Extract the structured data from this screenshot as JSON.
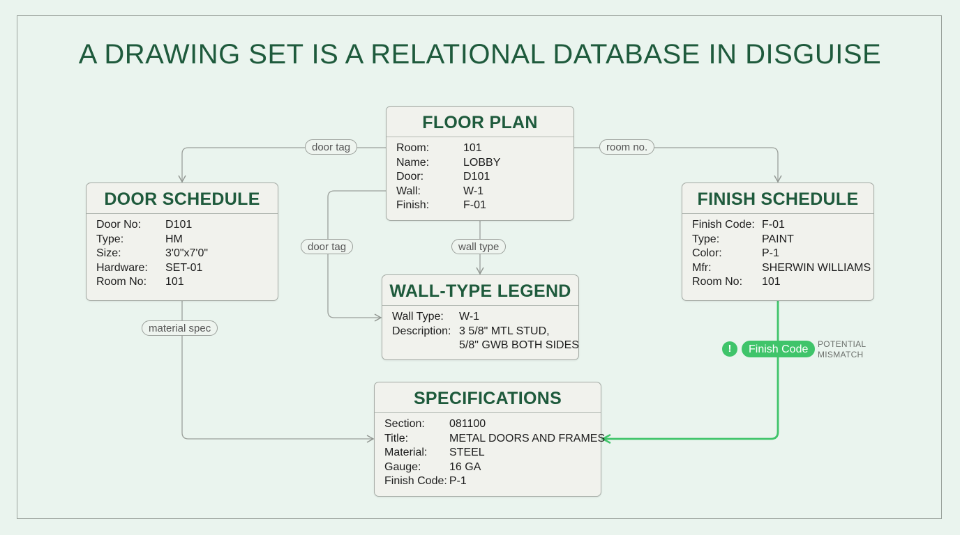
{
  "title": "A DRAWING SET IS A RELATIONAL DATABASE IN DISGUISE",
  "colors": {
    "background": "#eaf4ee",
    "title": "#1e5a3c",
    "box_fill": "#f1f2ed",
    "connector": "#9a9f9a",
    "alert": "#3fc46a"
  },
  "boxes": {
    "floor_plan": {
      "title": "FLOOR PLAN",
      "rows": [
        {
          "k": "Room:",
          "v": "101"
        },
        {
          "k": "Name:",
          "v": "LOBBY"
        },
        {
          "k": "Door:",
          "v": "D101"
        },
        {
          "k": "Wall:",
          "v": "W-1"
        },
        {
          "k": "Finish:",
          "v": "F-01"
        }
      ]
    },
    "door_schedule": {
      "title": "DOOR SCHEDULE",
      "rows": [
        {
          "k": "Door No:",
          "v": "D101"
        },
        {
          "k": "Type:",
          "v": "HM"
        },
        {
          "k": "Size:",
          "v": "3'0\"x7'0\""
        },
        {
          "k": "Hardware:",
          "v": "SET-01"
        },
        {
          "k": "Room No:",
          "v": "101"
        }
      ]
    },
    "finish_schedule": {
      "title": "FINISH SCHEDULE",
      "rows": [
        {
          "k": "Finish Code:",
          "v": "F-01"
        },
        {
          "k": "Type:",
          "v": "PAINT"
        },
        {
          "k": "Color:",
          "v": "P-1"
        },
        {
          "k": "Mfr:",
          "v": "SHERWIN WILLIAMS"
        },
        {
          "k": "Room No:",
          "v": "101"
        }
      ]
    },
    "wall_type_legend": {
      "title": "WALL-TYPE LEGEND",
      "rows": [
        {
          "k": "Wall Type:",
          "v": "W-1"
        },
        {
          "k": "Description:",
          "v": "3 5/8\" MTL STUD,"
        },
        {
          "k": "",
          "v": "5/8\" GWB BOTH SIDES"
        }
      ]
    },
    "specifications": {
      "title": "SPECIFICATIONS",
      "rows": [
        {
          "k": "Section:",
          "v": "081100"
        },
        {
          "k": "Title:",
          "v": "METAL DOORS AND FRAMES"
        },
        {
          "k": "Material:",
          "v": "STEEL"
        },
        {
          "k": "Gauge:",
          "v": "16 GA"
        },
        {
          "k": "Finish Code:",
          "v": "P-1"
        }
      ]
    }
  },
  "connector_labels": {
    "door_tag_top": "door tag",
    "room_no": "room no.",
    "door_tag_mid": "door tag",
    "wall_type": "wall type",
    "material_spec": "material spec",
    "finish_code": "Finish Code"
  },
  "alert": {
    "icon": "!",
    "icon_name": "exclamation-icon",
    "note_line1": "POTENTIAL",
    "note_line2": "MISMATCH"
  }
}
